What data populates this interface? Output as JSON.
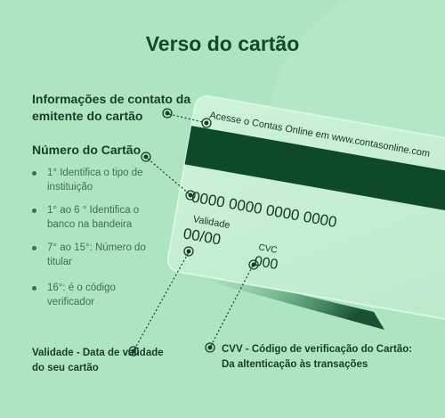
{
  "title": "Verso do cartão",
  "contact_label": "Informações de contato da emitente do cartão",
  "number_label": "Número do Cartão",
  "bullets": [
    "1° Identifica o tipo de instituição",
    "1° ao 6 ° Identifica o banco na bandeira",
    "7° ao 15°: Número do titular",
    "16°: é o código verificador"
  ],
  "validity_label": "Validade - Data de validade do seu cartão",
  "cvv_label_line1": "CVV - Código de verificação do Cartão:",
  "cvv_label_line2": "Da altenticação às transações",
  "card": {
    "contact_text": "Acesse o Contas Online em www.contasonline.com",
    "number": "0000 0000 0000 0000",
    "validity_caption": "Validade",
    "validity_value": "00/00",
    "cvc_caption": "CVC",
    "cvc_value": "000"
  },
  "colors": {
    "background": "#aee5c1",
    "dark_green": "#0f4a2c",
    "card": "#c6f0d3",
    "stripe": "#0e4a2a"
  }
}
